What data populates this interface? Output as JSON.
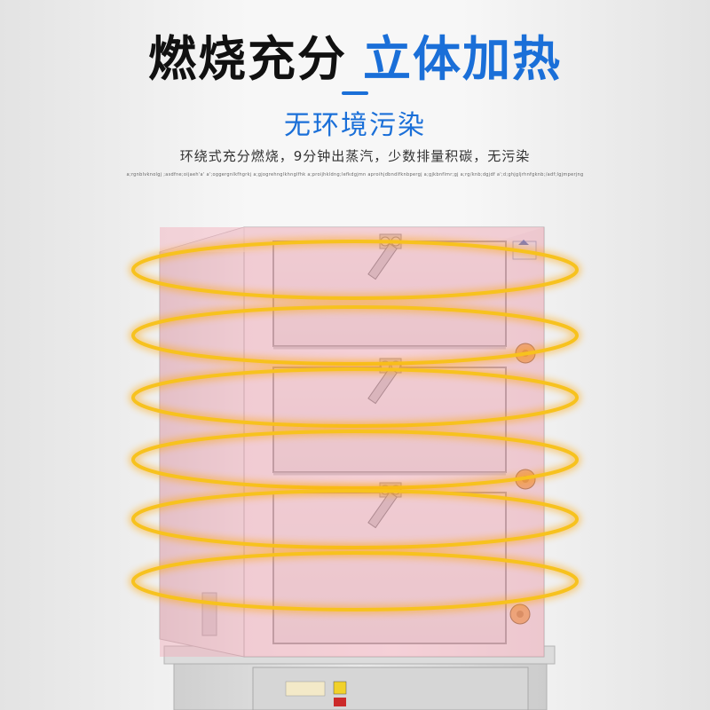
{
  "headline": {
    "dark": "燃烧充分",
    "blue": "立体加热"
  },
  "subtitle": "无环境污染",
  "description": "环绕式充分燃烧，9分钟出蒸汽，少数排量积碳，无污染",
  "gibberish": "a;rgnblvknolgj ;asdfne;oijaeh'a' a';oggergnlkfhgrkj a;gjogrehnglkhnglfhk a;proijhkldng;lefkdgjmn aproihjdbndlfknbpergj a;gjkbnflmr;gj a;rg/knb;dgjdf a';d;ghjgljrhnfgknb;/adf;lgjmperjng",
  "colors": {
    "accent": "#1a6fd8",
    "heat_ring": "#f7c21e",
    "cabinet_tint": "#f2a8b6"
  },
  "equipment": {
    "type": "stainless steel steam cabinet",
    "drawers": 3,
    "heat_rings": 6
  },
  "icons": [
    "steam-cabinet-illustration",
    "heat-ring-icon",
    "drawer-handle-icon",
    "control-knob-icon",
    "nameplate-icon",
    "warning-label-icon"
  ]
}
